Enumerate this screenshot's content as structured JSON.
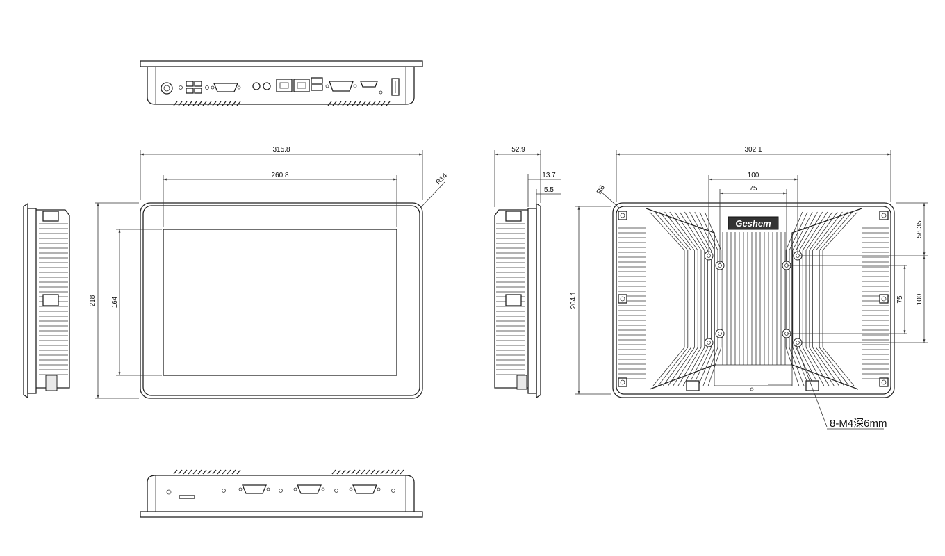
{
  "brand": {
    "logo_text": "Geshem"
  },
  "dimensions": {
    "front_width": "315.8",
    "display_width": "260.8",
    "corner_radius": "R14",
    "front_height": "218",
    "display_height": "164",
    "side_depth": "52.9",
    "bezel_depth": "13.7",
    "panel_thickness": "5.5",
    "rear_width": "302.1",
    "rear_corner_radius": "R6",
    "rear_height": "204.1",
    "vesa_outer_width": "100",
    "vesa_inner_width": "75",
    "vesa_top_offset": "58.35",
    "vesa_inner_height": "75",
    "vesa_outer_height": "100"
  },
  "notes": {
    "mounting_holes": "8-M4深6mm"
  },
  "colors": {
    "line": "#222222",
    "background": "#ffffff",
    "logo_fill": "#333333"
  }
}
